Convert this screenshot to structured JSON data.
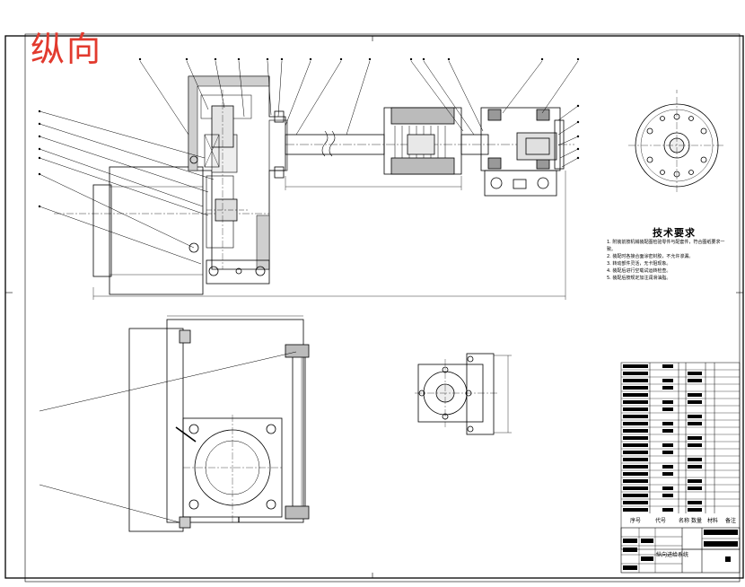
{
  "stamp": {
    "text": "纵向",
    "color": "#e23a2e"
  },
  "technical_requirements": {
    "title": "技术要求",
    "items": [
      "1. 附装前按机械装配图检验零件与配套件，符合图纸要求一致。",
      "2. 装配时各接合面涂密封胶，不允许渗漏。",
      "3. 转动部件灵活，无卡阻现象。",
      "4. 装配后进行空载试运转检查。",
      "5. 装配后按规定加注润滑油脂。"
    ]
  },
  "title_block": {
    "drawing_name": "纵向进给系统",
    "column_headers": [
      "序号",
      "代号",
      "名称",
      "数量",
      "材料",
      "备注"
    ]
  },
  "colors": {
    "line": "#000000",
    "paper": "#ffffff",
    "stamp": "#e23a2e"
  }
}
